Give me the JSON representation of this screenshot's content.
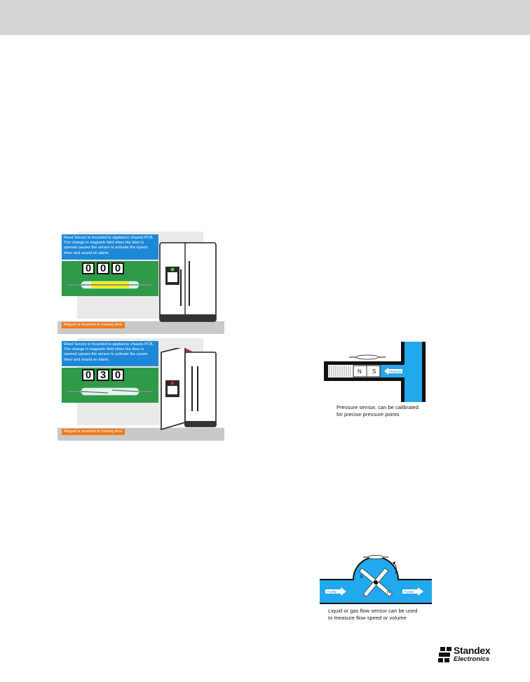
{
  "header": {
    "band_color": "#d6d6d6"
  },
  "door_panels": [
    {
      "note": "Reed Sensor is mounted to appliance chassis PCB. The change in magnetic field when the door is opened causes the sensor to activate the sysem timer and sound an alarm.",
      "counter": [
        "0",
        "0",
        "0"
      ],
      "magnet_label": "Magnet is mounted to moving door.",
      "door_state": "closed",
      "dispenser_light": "green"
    },
    {
      "note": "Reed Sensor is mounted to appliance chassis PCB. The change in magnetic field when the door is opened causes the sensor to activate the sysem timer and sound an alarm.",
      "counter": [
        "0",
        "3",
        "0"
      ],
      "magnet_label": "Magnet is mounted to moving door.",
      "door_state": "open",
      "dispenser_light": "red"
    }
  ],
  "pressure_figure": {
    "magnet_n": "N",
    "magnet_s": "S",
    "arrow_label": "Pressure",
    "caption_line1": "Pressure sensor, can be calibrated",
    "caption_line2": "for precise pressure points"
  },
  "flow_figure": {
    "rotor_s": "S",
    "rotor_n": "N",
    "flow_left": "FLOW",
    "flow_right": "FLOW",
    "caption_line1": "Liquid or gas flow sensor can be used",
    "caption_line2": "to measure flow speed or volume"
  },
  "logo": {
    "word1": "Standex",
    "word2": "Electronics"
  },
  "colors": {
    "note_blue": "#1e88d8",
    "panel_green": "#2f9a48",
    "label_orange": "#f07a1c",
    "fluid_blue": "#22a8ec",
    "door_arc": "#c0306a"
  }
}
